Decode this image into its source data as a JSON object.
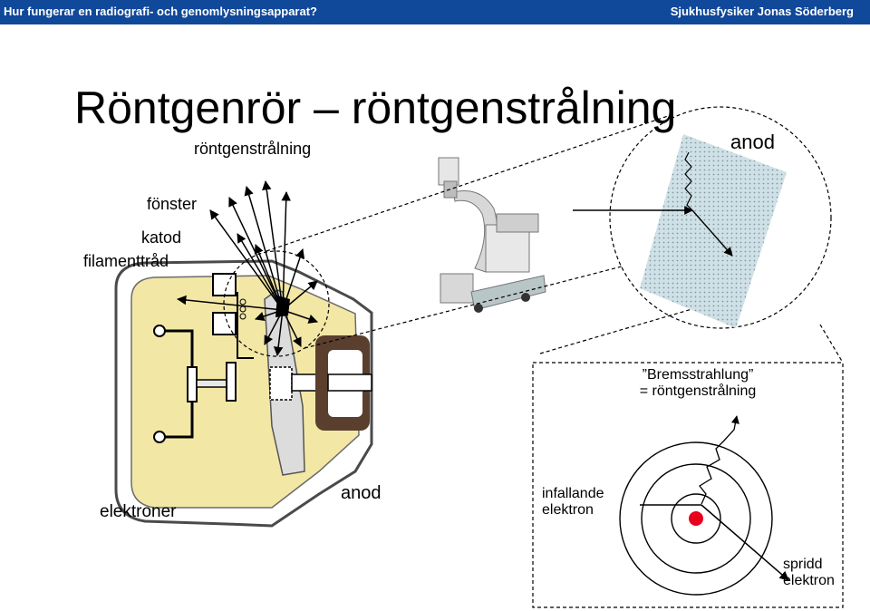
{
  "header": {
    "left_text": "Hur fungerar en radiografi- och genomlysningsapparat?",
    "right_text": "Sjukhusfysiker Jonas Söderberg",
    "color": "#10489a"
  },
  "title": "Röntgenrör – röntgenstrålning",
  "labels": {
    "xray": "röntgenstrålning",
    "window": "fönster",
    "cathode": "katod",
    "filament": "filamenttråd",
    "electrons": "elektroner",
    "anode_tube": "anod",
    "anode_zoom": "anod",
    "brems_line1": "”Bremsstrahlung”",
    "brems_line2": "= röntgenstrålning",
    "incoming_line1": "infallande",
    "incoming_line2": "elektron",
    "scattered_line1": "spridd",
    "scattered_line2": "elektron"
  },
  "colors": {
    "tube_yellow": "#f3e7a6",
    "anode_fill": "#dcdcdc",
    "nucleus": "#e8001c",
    "zoom_fill": "#c9dde3"
  }
}
